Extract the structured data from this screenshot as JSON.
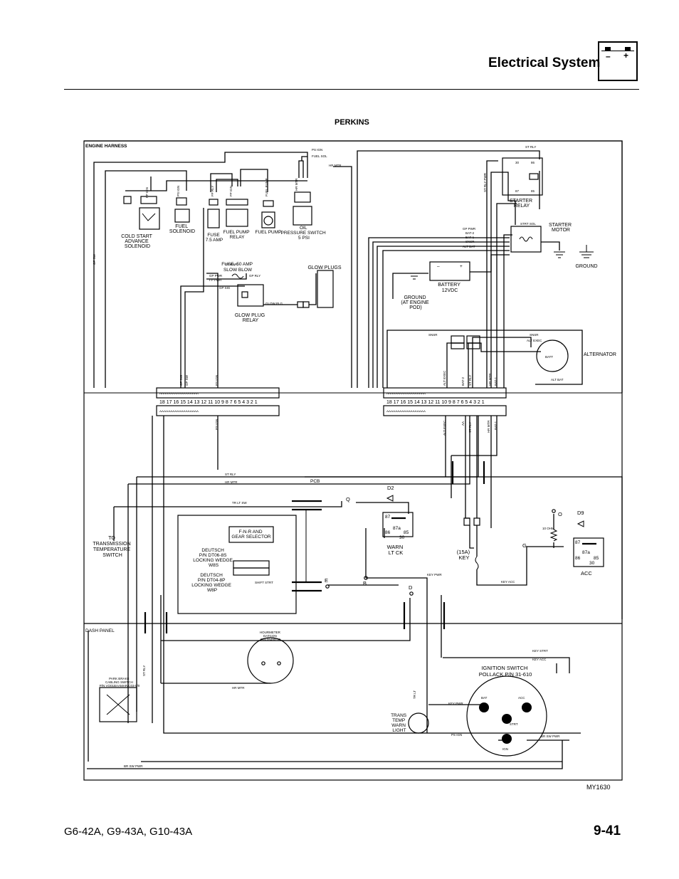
{
  "header": {
    "title": "Electrical System",
    "battery_minus": "–",
    "battery_plus": "+"
  },
  "section_title": "PERKINS",
  "figure_id": "MY1630",
  "footer": {
    "models": "G6-42A, G9-43A, G10-43A",
    "page": "9-41"
  },
  "areas": {
    "engine_harness": "ENGINE HARNESS",
    "dash_panel": "DASH PANEL",
    "pcb": "PCB"
  },
  "components": {
    "cold_start": [
      "COLD START",
      "ADVANCE",
      "SOLENOID"
    ],
    "fuel_solenoid": [
      "FUEL",
      "SOLENOID"
    ],
    "fuse_75": [
      "FUSE",
      "7.5 AMP"
    ],
    "fuel_pump_relay": [
      "FUEL PUMP",
      "RELAY"
    ],
    "fuel_pump": "FUEL PUMP",
    "oil_pressure": [
      "OIL",
      "PRESSURE SWITCH",
      "5 PSI"
    ],
    "fuse_50": [
      "FUSE, 50 AMP",
      "SLOW BLOW"
    ],
    "glow_plugs": "GLOW PLUGS",
    "glow_plug_relay": [
      "GLOW PLUG",
      "RELAY"
    ],
    "starter_relay": [
      "STARTER",
      "RELAY"
    ],
    "starter_motor": [
      "STARTER",
      "MOTOR"
    ],
    "ground": "GROUND",
    "battery": [
      "BATTERY",
      "12VDC"
    ],
    "ground_engine": [
      "GROUND",
      "(AT ENGINE",
      "POD)"
    ],
    "alternator": "ALTERNATOR",
    "to_trans": [
      "TO",
      "TRANSMISSION",
      "TEMPERATURE",
      "SWITCH"
    ],
    "fnr": [
      "F-N-R AND",
      "GEAR SELECTOR"
    ],
    "deutsch_08s": [
      "DEUTSCH",
      "P/N DT06-8S",
      "LOCKING WEDGE",
      "W8S"
    ],
    "deutsch_08p": [
      "DEUTSCH",
      "P/N DT04-8P",
      "LOCKING WEDGE",
      "W8P"
    ],
    "d2": "D2",
    "d9": "D9",
    "warn_lt": [
      "WARN",
      "LT CK"
    ],
    "key": [
      "(15A)",
      "KEY"
    ],
    "acc": "ACC",
    "ignition": [
      "IGNITION SWITCH",
      "POLLACK P/N 31-610"
    ],
    "trans_light": [
      "TRANS",
      "TEMP",
      "WARN",
      "LIGHT"
    ],
    "park_brake": [
      "PARK BRAKE",
      "CABLING SWITCH",
      "P/N VO01BAAMAR/C03-0/0"
    ],
    "hourmeter": [
      "HOURMETER",
      "DATCON",
      "P/N 05490-10"
    ]
  },
  "relay_pins": {
    "p87": "87",
    "p87a": "87a",
    "p86": "86",
    "p85": "85",
    "p30": "30"
  },
  "starter_pins": {
    "p30": "30",
    "p86": "86",
    "p85": "85",
    "p87": "87"
  },
  "nodes": {
    "q": "Q",
    "o": "O",
    "g": "G",
    "e": "E",
    "b": "B",
    "d": "D"
  },
  "wires": {
    "ps_ign": "PS IGN",
    "fuel_sol": "FUEL SOL",
    "hr_mtr": "HR MTR",
    "st_rly": "ST RLY",
    "st_rly_pwr": "ST RLY PWR",
    "strt_sol": "STRT SOL",
    "gp_pwr": "GP PWR",
    "bat2": "BAT-2",
    "bat1": "BAT-1",
    "snsr": "SNSR",
    "alt_bat": "ALT BAT",
    "alt_exec": "ALT EXEC",
    "gp_sw": "GP SW",
    "gp_sig": "GP SIG",
    "gp_rly": "GP RLY",
    "fp_pwr": "FP PWR",
    "glow_plg": "GLOW PLG",
    "tr_lt_sw": "TR LT SW",
    "key_pwr": "KEY PWR",
    "key_acc": "KEY ACC",
    "key_strt": "KEY STRT",
    "shift_strt": "SHIFT STRT",
    "br_sw_pwr": "BR SW PWR",
    "tr_lt": "TR LT",
    "batt": "BATT",
    "alt_exec_v": "ALT EXEC",
    "bat1_v": "BAT-1",
    "aa": "AA",
    "bat2_v": "BAT-2",
    "fp_ign": "FP IGN",
    "fp_rly": "FP RLY",
    "ohm": "10 OHM",
    "bat": "BAT",
    "strt": "STRT",
    "ign": "IGN",
    "acc_t": "ACC"
  },
  "connector_numbers": "18 17 16 15 14 13 12 11 10 9 8 7 6 5 4 3 2 1",
  "connector_teeth": "^^^^^^^^^^^^^^^^^^"
}
